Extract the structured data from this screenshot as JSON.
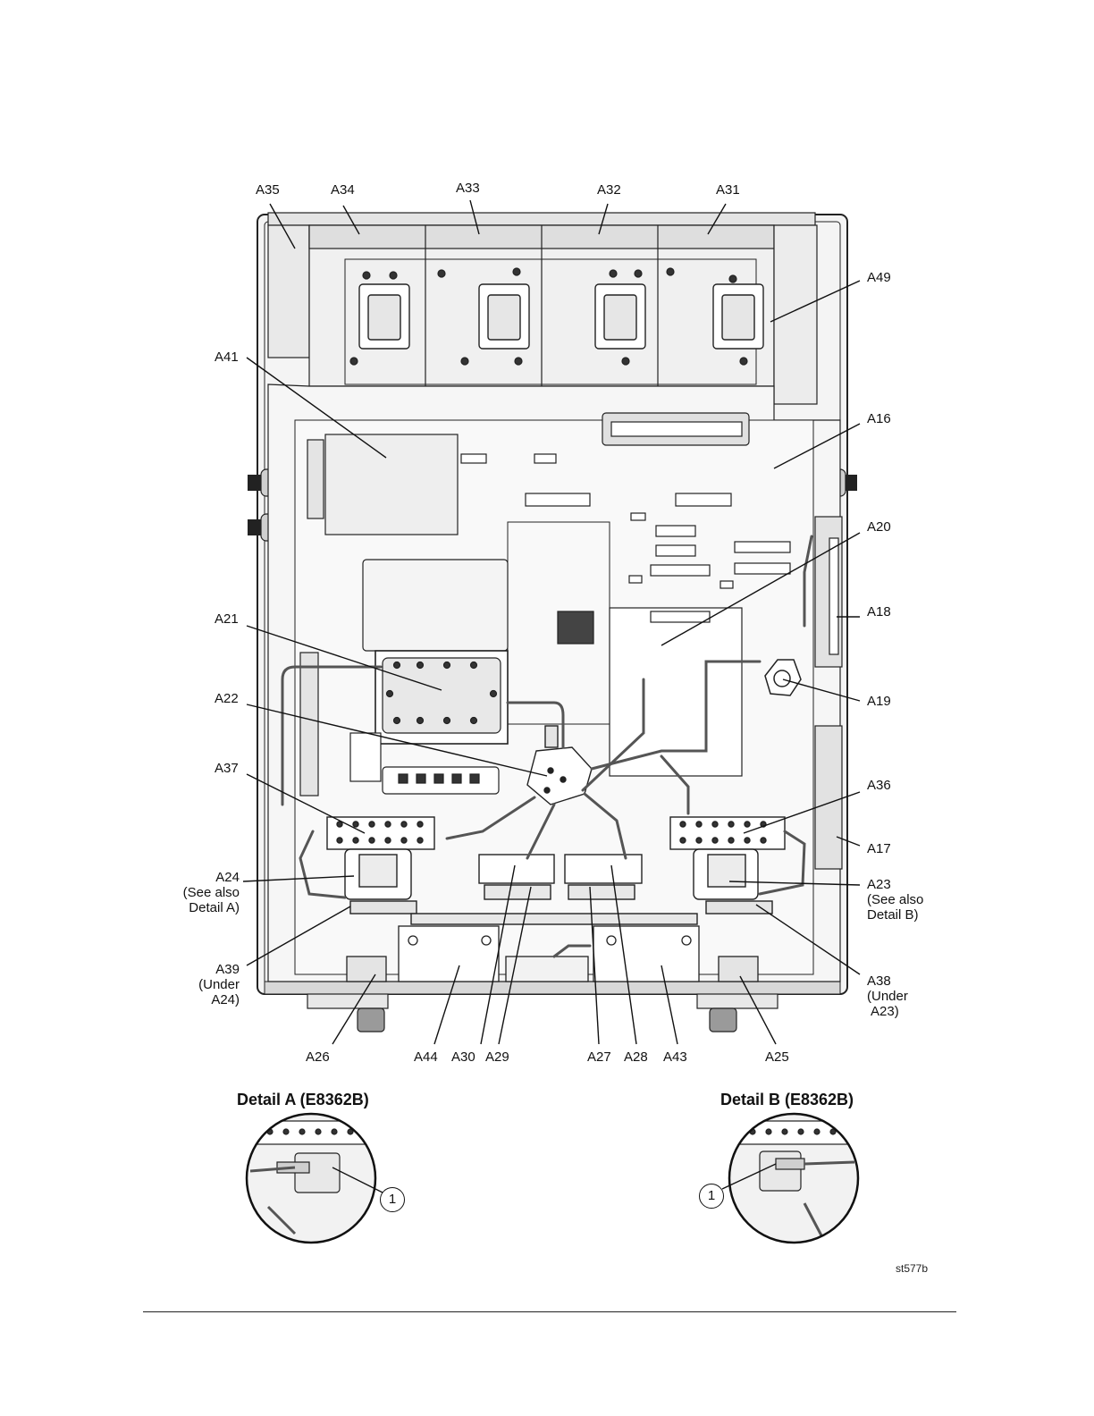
{
  "figure": {
    "id_label": "st577b",
    "colors": {
      "line": "#222222",
      "fill": "#f2f2f2",
      "panel": "#e2e2e2",
      "dark": "#555555"
    }
  },
  "labels": {
    "a35": "A35",
    "a34": "A34",
    "a33": "A33",
    "a32": "A32",
    "a31": "A31",
    "a49": "A49",
    "a41": "A41",
    "a16": "A16",
    "a20": "A20",
    "a18": "A18",
    "a21": "A21",
    "a19": "A19",
    "a22": "A22",
    "a37": "A37",
    "a36": "A36",
    "a17": "A17",
    "a24": {
      "line1": "A24",
      "line2": "(See also",
      "line3": "Detail A)"
    },
    "a23": {
      "line1": "A23",
      "line2": "(See also",
      "line3": "Detail B)"
    },
    "a39": {
      "line1": "A39",
      "line2": "(Under",
      "line3": "A24)"
    },
    "a38": {
      "line1": "A38",
      "line2": "(Under",
      "line3": "A23)"
    },
    "a26": "A26",
    "a44": "A44",
    "a30": "A30",
    "a29": "A29",
    "a27": "A27",
    "a28": "A28",
    "a43": "A43",
    "a25": "A25"
  },
  "details": {
    "a": {
      "title": "Detail A (E8362B)",
      "callout": "1"
    },
    "b": {
      "title": "Detail B (E8362B)",
      "callout": "1"
    }
  }
}
